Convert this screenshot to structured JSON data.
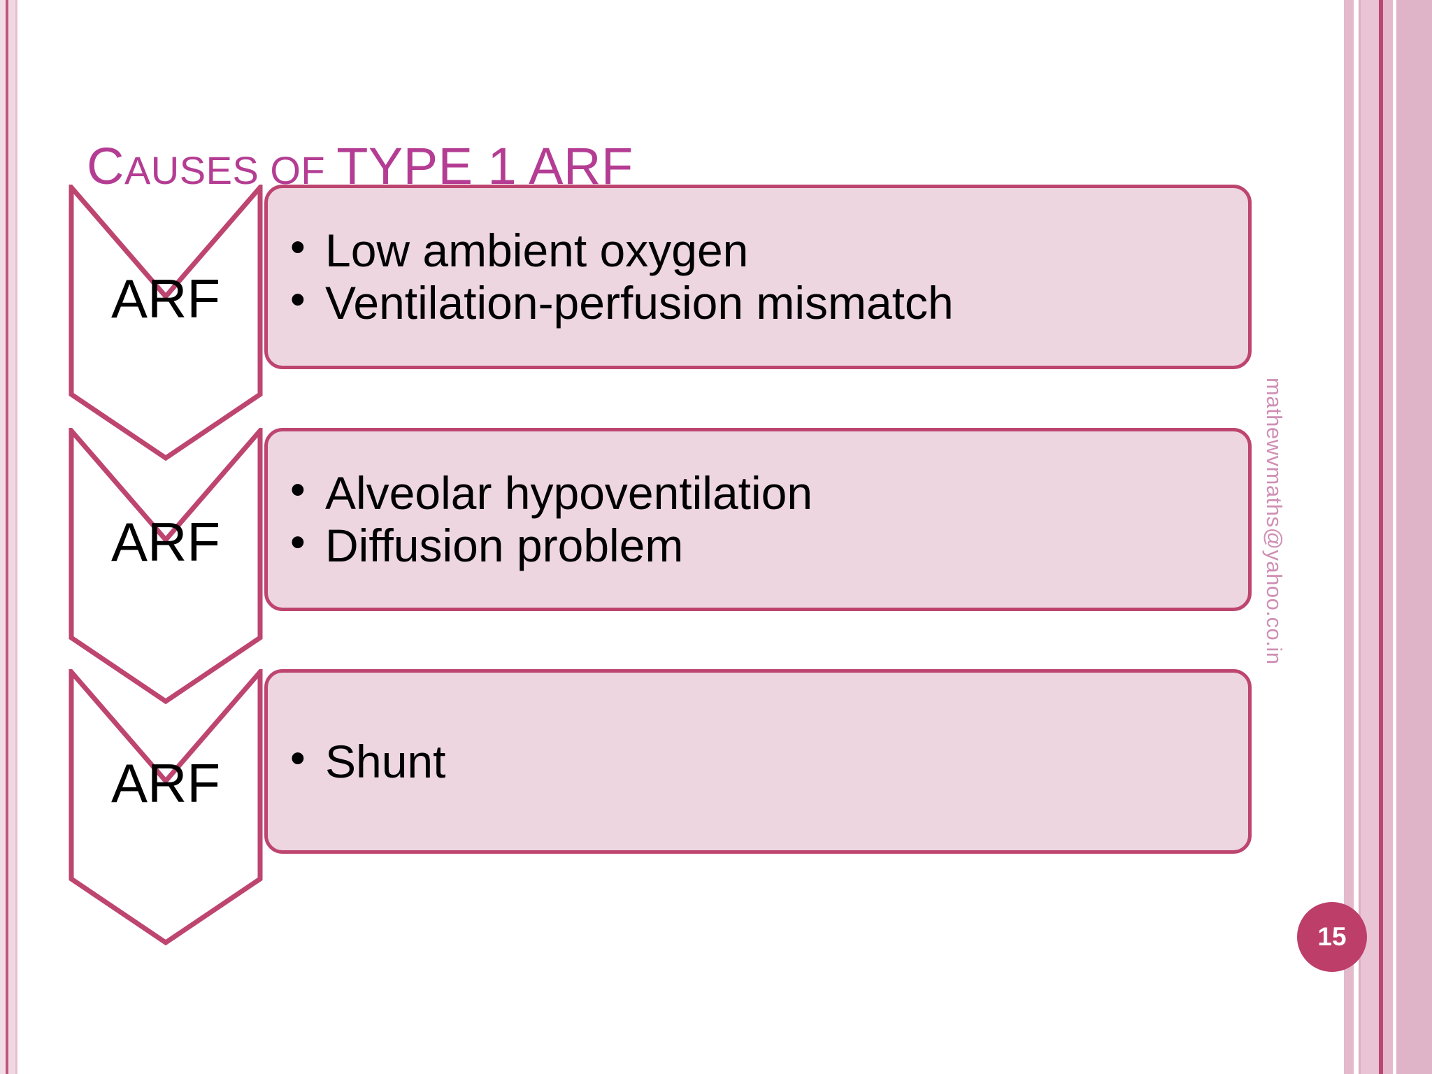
{
  "slide": {
    "title": {
      "lead_char": "C",
      "small_caps_part": "AUSES OF ",
      "caps_part": "TYPE 1 ARF",
      "full_text": "Causes of TYPE 1 ARF",
      "color": "#b43d93"
    },
    "page_number": "15",
    "footer_email": "mathewvmaths@yahoo.co.in",
    "accent_color": "#bd456f",
    "box_fill_color": "#edd6e0",
    "bullet_glyph": "•",
    "groups": [
      {
        "chevron_label": "ARF",
        "bullets": [
          "Low ambient oxygen",
          "Ventilation-perfusion mismatch"
        ]
      },
      {
        "chevron_label": "ARF",
        "bullets": [
          "Alveolar hypoventilation",
          "Diffusion problem"
        ]
      },
      {
        "chevron_label": "ARF",
        "bullets": [
          "Shunt"
        ]
      }
    ]
  }
}
